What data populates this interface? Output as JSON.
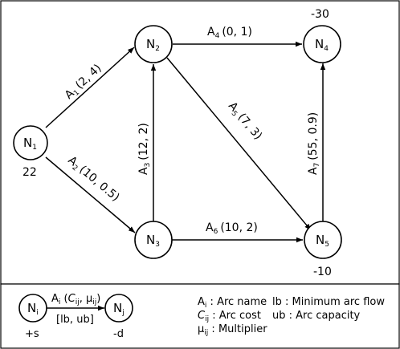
{
  "nodes": [
    {
      "id": "N1",
      "base": "N",
      "sub": "1",
      "supply": "22"
    },
    {
      "id": "N2",
      "base": "N",
      "sub": "2",
      "supply": ""
    },
    {
      "id": "N3",
      "base": "N",
      "sub": "3",
      "supply": ""
    },
    {
      "id": "N4",
      "base": "N",
      "sub": "4",
      "supply": "-30"
    },
    {
      "id": "N5",
      "base": "N",
      "sub": "5",
      "supply": "-10"
    }
  ],
  "arcs": [
    {
      "name_base": "A",
      "name_sub": "1",
      "values": "(2, 4)",
      "from": "N1",
      "to": "N2"
    },
    {
      "name_base": "A",
      "name_sub": "2",
      "values": "(10, 0.5)",
      "from": "N1",
      "to": "N3"
    },
    {
      "name_base": "A",
      "name_sub": "3",
      "values": "(12, 2)",
      "from": "N3",
      "to": "N2"
    },
    {
      "name_base": "A",
      "name_sub": "4",
      "values": "(0, 1)",
      "from": "N2",
      "to": "N4"
    },
    {
      "name_base": "A",
      "name_sub": "5",
      "values": "(7, 3)",
      "from": "N2",
      "to": "N5"
    },
    {
      "name_base": "A",
      "name_sub": "6",
      "values": "(10, 2)",
      "from": "N3",
      "to": "N5"
    },
    {
      "name_base": "A",
      "name_sub": "7",
      "values": "(55, 0.9)",
      "from": "N5",
      "to": "N4"
    }
  ],
  "legend": {
    "node_i": {
      "base": "N",
      "sub": "i",
      "supply": "+s"
    },
    "node_j": {
      "base": "N",
      "sub": "j",
      "supply": "-d"
    },
    "arc_top": {
      "base": "A",
      "sub": "i",
      "open": " (",
      "c": "C",
      "c_sub": "ij",
      "sep": ", ",
      "mu": "μ",
      "mu_sub": "ij",
      "close": ")"
    },
    "arc_bottom": "[lb, ub]",
    "defs": [
      {
        "base": "A",
        "sub": "i",
        "text": " : Arc name"
      },
      {
        "base": "C",
        "sub": "ij",
        "text": " : Arc cost"
      },
      {
        "base": "μ",
        "sub": "ij",
        "text": " : Multiplier"
      }
    ],
    "bounds": [
      {
        "text": "lb : Minimum arc flow"
      },
      {
        "text": "ub : Arc capacity"
      }
    ]
  }
}
